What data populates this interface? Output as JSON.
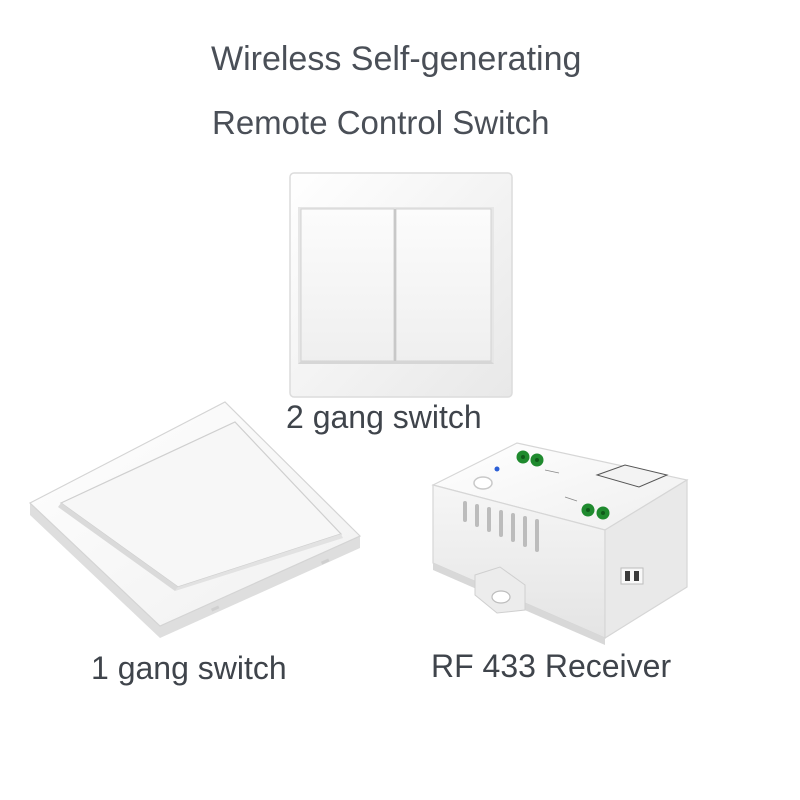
{
  "heading": {
    "line1": "Wireless Self-generating",
    "line2": "Remote Control Switch"
  },
  "products": {
    "two_gang": {
      "label": "2 gang switch"
    },
    "one_gang": {
      "label": "1 gang switch"
    },
    "receiver": {
      "label": "RF 433 Receiver"
    }
  },
  "colors": {
    "text": "#4a4f57",
    "panel": "#f4f4f4",
    "terminal": "#1f8a2e",
    "indicator": "#2c5fd6"
  }
}
